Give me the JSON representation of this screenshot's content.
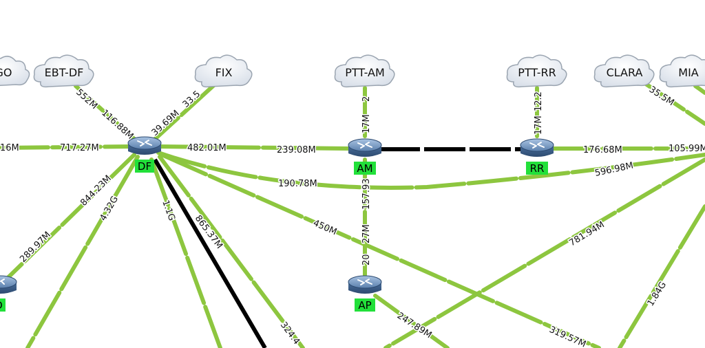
{
  "clouds": [
    {
      "id": "go",
      "label": "GO"
    },
    {
      "id": "ebt-df",
      "label": "EBT-DF"
    },
    {
      "id": "fix",
      "label": "FIX"
    },
    {
      "id": "ptt-am",
      "label": "PTT-AM"
    },
    {
      "id": "ptt-rr",
      "label": "PTT-RR"
    },
    {
      "id": "clara",
      "label": "CLARA"
    },
    {
      "id": "mia",
      "label": "MIA"
    }
  ],
  "routers": [
    {
      "id": "df",
      "label": "DF"
    },
    {
      "id": "am",
      "label": "AM"
    },
    {
      "id": "rr",
      "label": "RR"
    },
    {
      "id": "ap",
      "label": "AP"
    },
    {
      "id": "left",
      "label": "D"
    }
  ],
  "link_labels": [
    "16M",
    "717.27M",
    "482.01M",
    "239.08M",
    "176.68M",
    "105.99M",
    "190.78M",
    "596.98M",
    "552M",
    "116.88M",
    "39.69M",
    "33.5",
    "2",
    "17M",
    "157.93",
    "27M",
    "20",
    "12.2",
    "17M",
    "35.5M",
    "844.23M",
    "4.32G",
    "289.97M",
    "1.1G",
    "865.37M",
    "450M",
    "781.94M",
    "1.84G",
    "247.89M",
    "319.57M",
    "324.4"
  ],
  "colors": {
    "link": "#8dc63f",
    "down_link": "#000000",
    "tag_bg": "#22e03a",
    "cloud": "#eef2f7",
    "cloud_edge": "#9aa4b0",
    "router": "#4f74a3"
  }
}
